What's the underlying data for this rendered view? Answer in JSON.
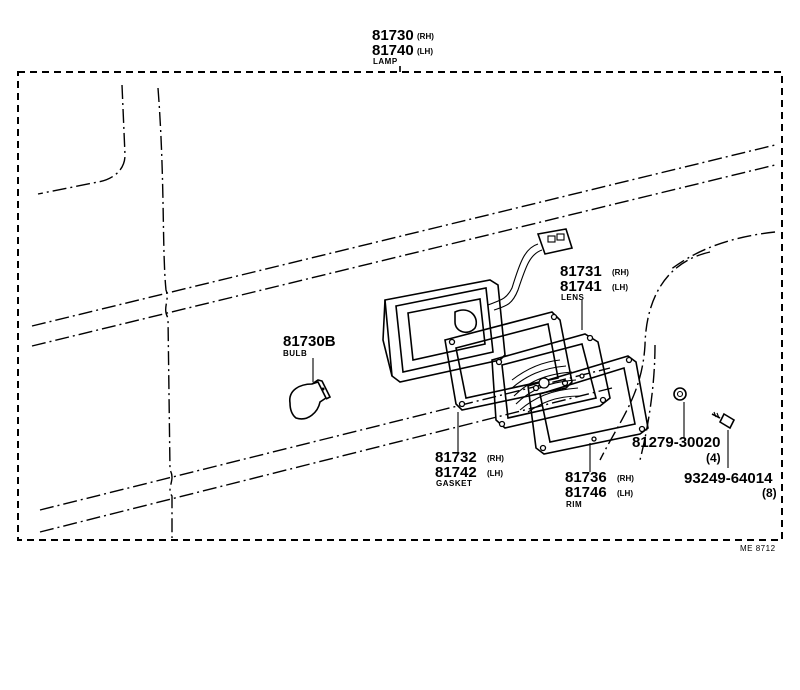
{
  "lamp": {
    "pn_rh": "81730",
    "sfx_rh": "(RH)",
    "pn_lh": "81740",
    "sfx_lh": "(LH)",
    "label": "LAMP"
  },
  "bulb": {
    "pn": "81730B",
    "label": "BULB"
  },
  "lens": {
    "pn_rh": "81731",
    "sfx_rh": "(RH)",
    "pn_lh": "81741",
    "sfx_lh": "(LH)",
    "label": "LENS"
  },
  "gasket": {
    "pn_rh": "81732",
    "sfx_rh": "(RH)",
    "pn_lh": "81742",
    "sfx_lh": "(LH)",
    "label": "GASKET"
  },
  "rim": {
    "pn_rh": "81736",
    "sfx_rh": "(RH)",
    "pn_lh": "81746",
    "sfx_lh": "(LH)",
    "label": "RIM"
  },
  "nut": {
    "pn": "81279-30020",
    "qty": "(4)"
  },
  "screw": {
    "pn": "93249-64014",
    "qty": "(8)"
  },
  "figure_ref": "ME 8712"
}
